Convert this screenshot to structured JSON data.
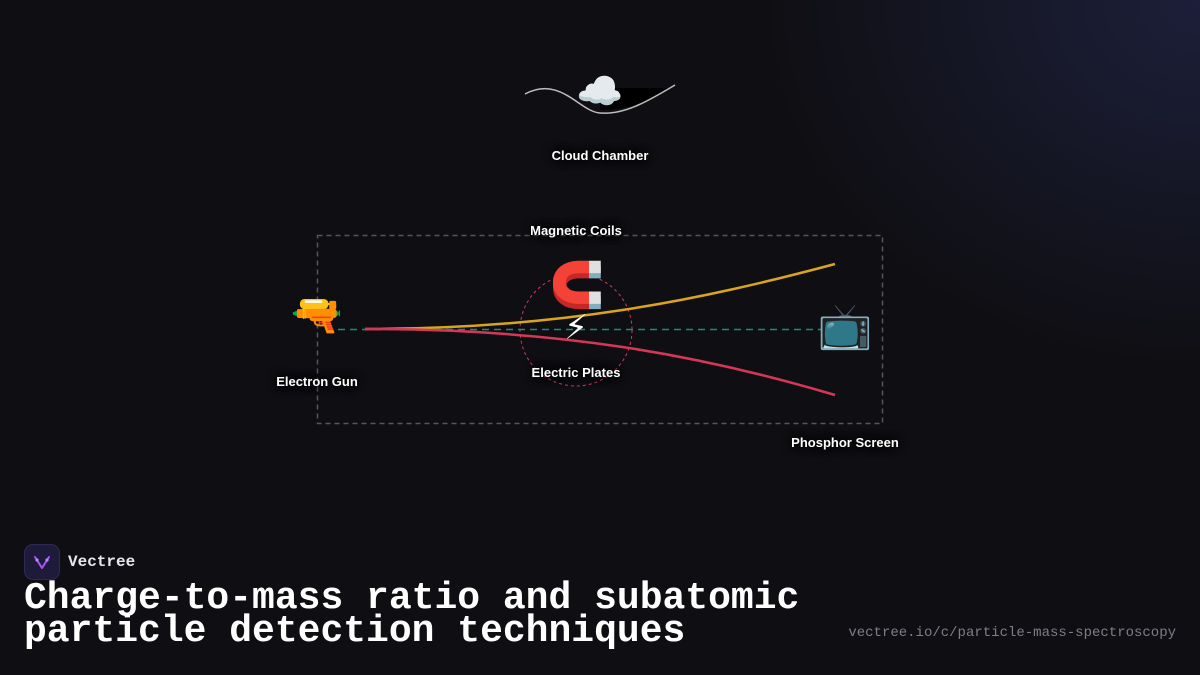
{
  "diagram": {
    "nodes": {
      "cloud_chamber": {
        "label": "Cloud Chamber",
        "icon": "cloud-icon",
        "glyph": "☁️"
      },
      "magnetic_coils": {
        "label": "Magnetic Coils",
        "icon": "magnet-icon",
        "glyph": "🧲"
      },
      "electric_plates": {
        "label": "Electric Plates",
        "icon": "lightning-icon",
        "glyph": "⚡"
      },
      "electron_gun": {
        "label": "Electron Gun",
        "icon": "gun-icon",
        "glyph": "🔫"
      },
      "phosphor_screen": {
        "label": "Phosphor Screen",
        "icon": "tv-icon",
        "glyph": "📺"
      }
    },
    "colors": {
      "deflection_up": "#d9a520",
      "deflection_down": "#d63758",
      "undeflected_beam": "#1f8a78",
      "container_border": "#55555c",
      "field_region": "#d63758",
      "cloud_track": "#bdbdbd"
    }
  },
  "brand": {
    "name": "Vectree",
    "logo_icon": "vectree-logo-icon",
    "accent": "#a855f7"
  },
  "title": "Charge-to-mass ratio and subatomic particle detection techniques",
  "url": "vectree.io/c/particle-mass-spectroscopy"
}
